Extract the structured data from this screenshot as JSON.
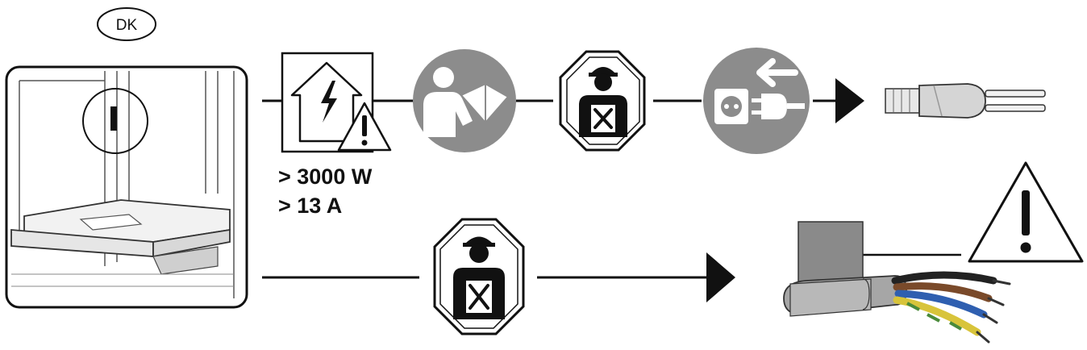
{
  "country_badge": "DK",
  "power_threshold": "> 3000 W",
  "current_threshold": "> 13 A",
  "colors": {
    "line": "#111111",
    "gray_circle": "#8c8c8c",
    "cable_gray": "#a6a6a6",
    "wire_brown": "#7a4a2a",
    "wire_blue": "#2f5fb0",
    "wire_yellow": "#d8c43a",
    "wire_green": "#4a8a3a",
    "wire_black": "#222222"
  },
  "icons": [
    "house-electrical-hazard-icon",
    "read-manual-icon",
    "qualified-electrician-icon",
    "unplug-from-socket-icon",
    "power-plug-icon",
    "warning-triangle-icon",
    "stripped-cable-icon"
  ]
}
